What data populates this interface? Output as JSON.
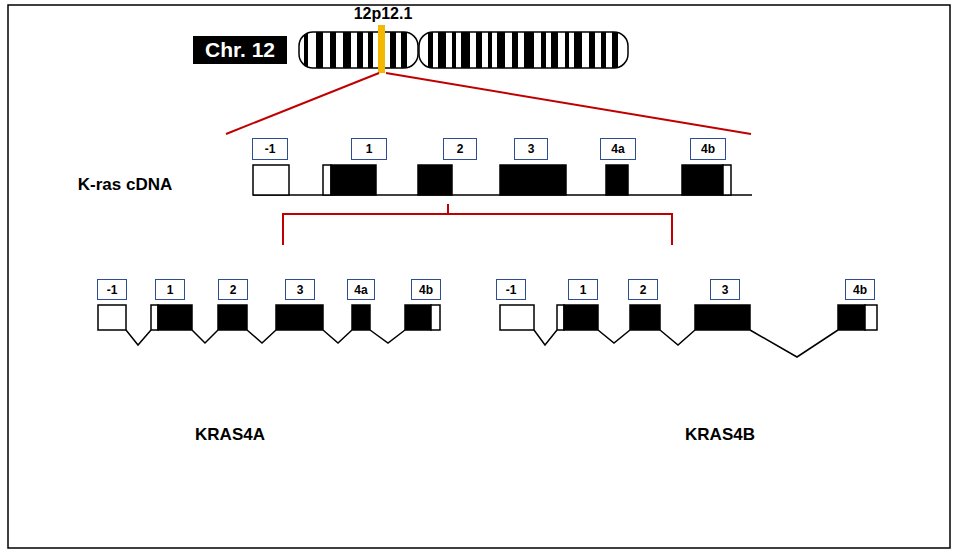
{
  "diagram": {
    "nodes": [
      {
        "text": [
          "Chr. 12"
        ]
      },
      {
        "text": [
          "-1"
        ]
      },
      {
        "text": [
          "1"
        ]
      },
      {
        "text": [
          "2"
        ]
      },
      {
        "text": [
          "3"
        ]
      },
      {
        "text": [
          "4a"
        ]
      },
      {
        "text": [
          "4b"
        ]
      },
      {
        "text": [
          "-1"
        ]
      },
      {
        "text": [
          "1"
        ]
      },
      {
        "text": [
          "2"
        ]
      },
      {
        "text": [
          "3"
        ]
      },
      {
        "text": [
          "4a"
        ]
      },
      {
        "text": [
          "4b"
        ]
      },
      {
        "text": [
          "-1"
        ]
      },
      {
        "text": [
          "1"
        ]
      },
      {
        "text": [
          "2"
        ]
      },
      {
        "text": [
          "3"
        ]
      },
      {
        "text": [
          "4b"
        ]
      }
    ],
    "labels": [
      "12p12.1",
      "K-ras cDNA",
      "KRAS4A",
      "KRAS4B"
    ]
  }
}
